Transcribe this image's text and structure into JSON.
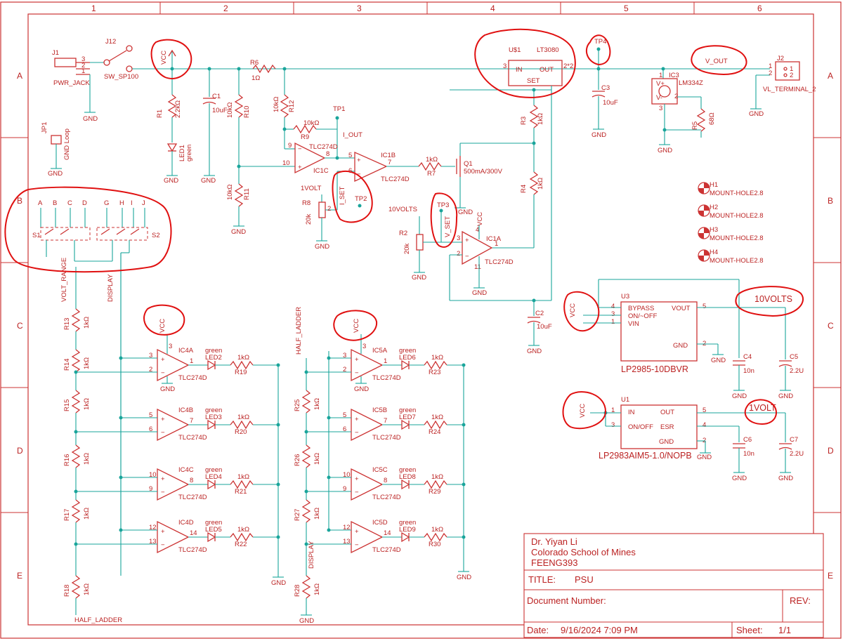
{
  "frame": {
    "cols": [
      "1",
      "2",
      "3",
      "4",
      "5",
      "6"
    ],
    "rows": [
      "A",
      "B",
      "C",
      "D",
      "E"
    ]
  },
  "title_block": {
    "author": "Dr. Yiyan Li",
    "school": "Colorado School of Mines",
    "course": "FEENG393",
    "title_label": "TITLE:",
    "title_value": "PSU",
    "doc_label": "Document Number:",
    "rev_label": "REV:",
    "date_label": "Date:",
    "date_value": "9/16/2024 7:09 PM",
    "sheet_label": "Sheet:",
    "sheet_value": "1/1"
  },
  "parts": {
    "J1": "J1",
    "pwr_jack": "PWR_JACK",
    "j12": "J12",
    "sw": "SW_SP100",
    "JP1": "JP1",
    "gnd_loop": "GND Loop",
    "R1": "R1",
    "R1v": "2.2kΩ",
    "LED1": "LED1",
    "led1c": "green",
    "C1": "C1",
    "C1v": "10uF",
    "R6": "R6",
    "R6v": "1Ω",
    "R10": "R10",
    "R10v": "10kΩ",
    "R11": "R11",
    "R11v": "10kΩ",
    "R12": "R12",
    "R12v": "10kΩ",
    "R9": "R9",
    "R9v": "10kΩ",
    "IC1C": "IC1C",
    "IC1B": "IC1B",
    "IC1A": "IC1A",
    "tlc": "TLC274D",
    "R7": "R7",
    "R7v": "1kΩ",
    "Q1": "Q1",
    "Q1v": "500mA/300V",
    "U$1": "U$1",
    "LT3080": "LT3080",
    "in": "IN",
    "out": "OUT",
    "set": "SET",
    "R3": "R3",
    "R3v": "1kΩ",
    "R4": "R4",
    "R4v": "1kΩ",
    "R8": "R8",
    "R8v": "20k",
    "R2": "R2",
    "R2v": "20k",
    "C2": "C2",
    "C2v": "10uF",
    "C3": "C3",
    "C3v": "10uF",
    "IC3": "IC3",
    "LM334Z": "LM334Z",
    "R5": "R5",
    "R5v": "68Ω",
    "J2": "J2",
    "VL_TERMINAL_2": "VL_TERMINAL_2",
    "TP1": "TP1",
    "TP2": "TP2",
    "TP3": "TP3",
    "TP4": "TP4",
    "H1": "H1",
    "H2": "H2",
    "H3": "H3",
    "H4": "H4",
    "mount": "MOUNT-HOLE2.8",
    "U3": "U3",
    "U3name": "LP2985-10DBVR",
    "bypass": "BYPASS",
    "onoff": "ON/~OFF",
    "vin": "VIN",
    "vout": "VOUT",
    "gndpin": "GND",
    "C4": "C4",
    "C4v": "10n",
    "C5": "C5",
    "C5v": "2.2U",
    "U1": "U1",
    "U1name": "LP2983AIM5-1.0/NOPB",
    "u1in": "IN",
    "u1on": "ON/OFF",
    "u1esr": "ESR",
    "C6": "C6",
    "C6v": "10n",
    "C7": "C7",
    "C7v": "2.2U",
    "S1": "S1",
    "S2": "S2"
  },
  "nets": {
    "vcc": "VCC",
    "gnd": "GND",
    "vout": "V_OUT",
    "iout": "I_OUT",
    "iset": "I_SET",
    "vset": "V_SET",
    "onevolt": "1VOLT",
    "tenvolts": "10VOLTS",
    "volt_range": "VOLT_RANGE",
    "display": "DISPLAY",
    "half_ladder": "HALF_LADDER"
  },
  "ladder": {
    "left_r": [
      "R13",
      "R14",
      "R15",
      "R16",
      "R17",
      "R18"
    ],
    "right_r": [
      "R25",
      "R26",
      "R27",
      "R28"
    ],
    "rv": "1kΩ",
    "left_ic": [
      "IC4A",
      "IC4B",
      "IC4C",
      "IC4D"
    ],
    "right_ic": [
      "IC5A",
      "IC5B",
      "IC5C",
      "IC5D"
    ],
    "left_led": [
      "LED2",
      "LED3",
      "LED4",
      "LED5"
    ],
    "right_led": [
      "LED6",
      "LED7",
      "LED8",
      "LED9"
    ],
    "left_out_r": [
      "R19",
      "R20",
      "R21",
      "R22"
    ],
    "right_out_r": [
      "R23",
      "R24",
      "R29",
      "R30"
    ],
    "ledc": "green",
    "pins": [
      [
        "3",
        "2",
        "1"
      ],
      [
        "5",
        "6",
        "7"
      ],
      [
        "10",
        "9",
        "8"
      ],
      [
        "12",
        "13",
        "14"
      ]
    ]
  },
  "switch_letters": [
    "A",
    "B",
    "C",
    "D",
    "G",
    "H",
    "I",
    "J"
  ]
}
